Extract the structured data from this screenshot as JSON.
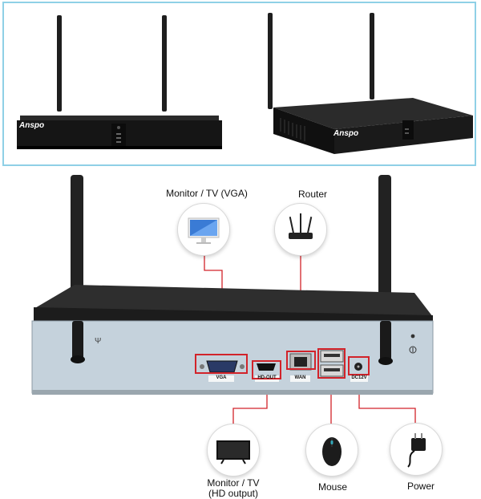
{
  "top_panel": {
    "brand_left": "Anspo",
    "brand_right": "Anspo"
  },
  "connections": {
    "vga": {
      "title": "Monitor / TV (VGA)",
      "port_label": "VGA",
      "icon": "monitor-icon"
    },
    "router": {
      "title": "Router",
      "port_label": "WAN",
      "icon": "router-icon"
    },
    "hdmi": {
      "title_line1": "Monitor / TV",
      "title_line2": "(HD output)",
      "port_label": "HD-OUT",
      "icon": "tv-icon"
    },
    "mouse": {
      "title": "Mouse",
      "icon": "mouse-icon"
    },
    "power": {
      "title": "Power",
      "port_label": "DC12V",
      "icon": "power-adapter-icon"
    }
  },
  "colors": {
    "frame": "#8fd0e6",
    "highlight": "#d2232a",
    "panel": "#c5d2dc"
  }
}
